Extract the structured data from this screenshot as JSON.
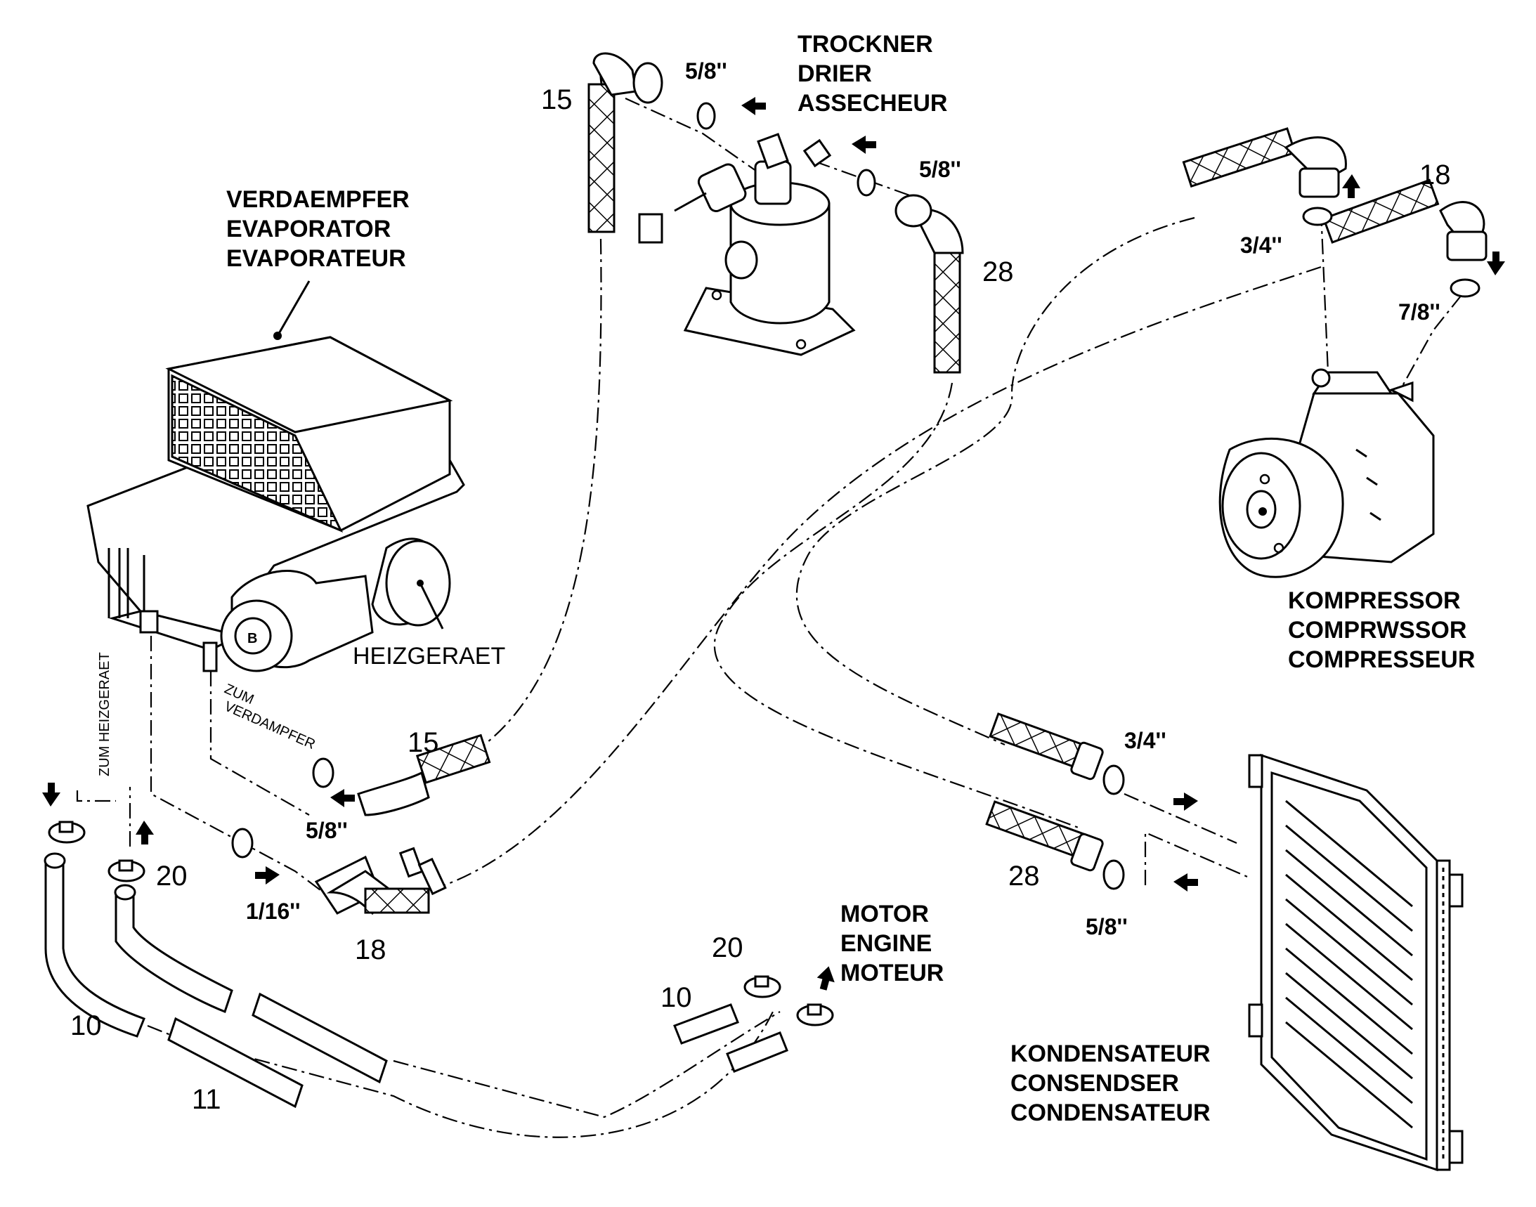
{
  "labels": {
    "evaporator": [
      "VERDAEMPFER",
      "EVAPORATOR",
      "EVAPORATEUR"
    ],
    "drier": [
      "TROCKNER",
      "DRIER",
      "ASSECHEUR"
    ],
    "compressor": [
      "KOMPRESSOR",
      "COMPRWSSOR",
      "COMPRESSEUR"
    ],
    "condenser": [
      "KONDENSATEUR",
      "CONSENDSER",
      "CONDENSATEUR"
    ],
    "engine": [
      "MOTOR",
      "ENGINE",
      "MOTEUR"
    ],
    "heater": "HEIZGERAET",
    "to_heater": "ZUM HEIZGERAET",
    "to_evaporator_1": "ZUM",
    "to_evaporator_2": "VERDAMPFER"
  },
  "part_numbers": {
    "p15_top": "15",
    "p28_top": "28",
    "p18_top": "18",
    "p15_mid": "15",
    "p18_mid": "18",
    "p20_left": "20",
    "p10_left": "10",
    "p11": "11",
    "p20_right": "20",
    "p10_right": "10",
    "p28_right": "28"
  },
  "fitting_sizes": {
    "drier_in": "5/8''",
    "drier_out": "5/8''",
    "comp_suction": "3/4''",
    "comp_discharge": "7/8''",
    "evap_in": "5/8''",
    "evap_out": "1/16''",
    "cond_top": "3/4''",
    "cond_bottom": "5/8''"
  }
}
